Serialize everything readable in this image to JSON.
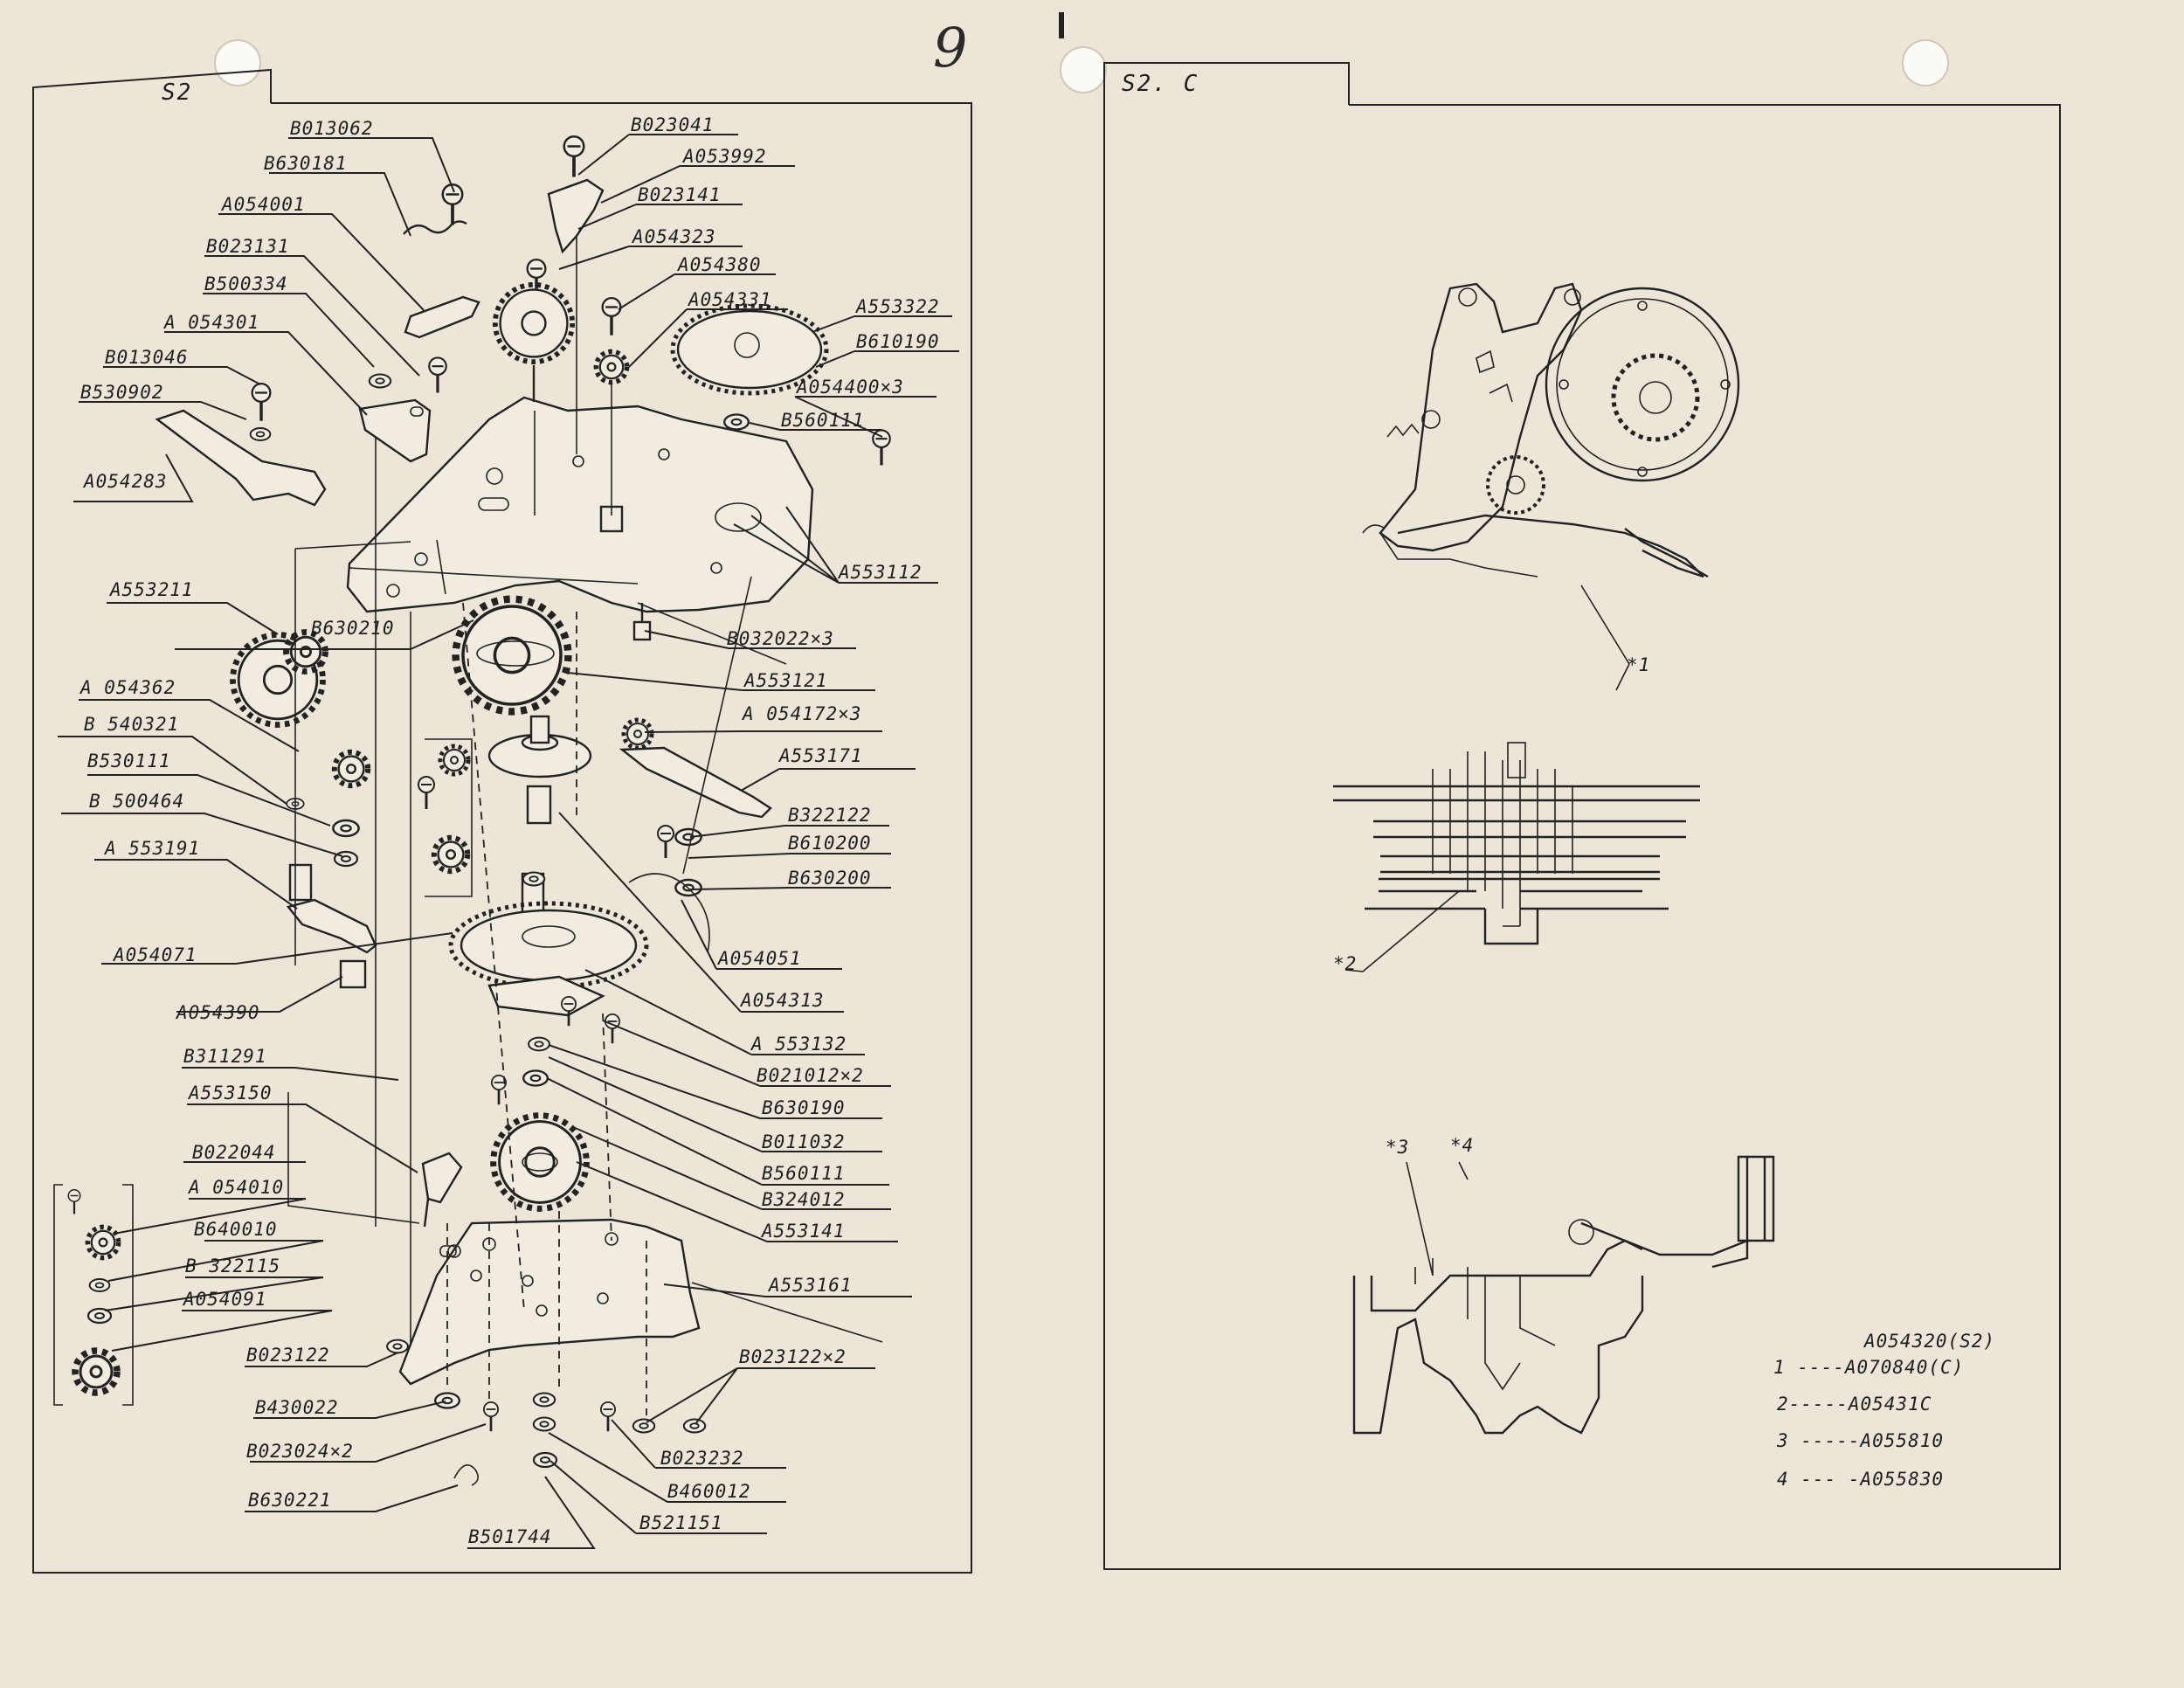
{
  "page_number": "9",
  "left_panel": {
    "tab": "S2",
    "labels": [
      "B013062",
      "B630181",
      "A054001",
      "B023131",
      "B500334",
      "A 054301",
      "B013046",
      "B530902",
      "A054283",
      "A553211",
      "B630210",
      "A 054362",
      "B 540321",
      "B530111",
      "B 500464",
      "A 553191",
      "A054071",
      "A054390",
      "B311291",
      "A553150",
      "B022044",
      "A 054010",
      "B640010",
      "B 322115",
      "A054091",
      "B023122",
      "B430022",
      "B023024×2",
      "B630221",
      "B501744",
      "B023041",
      "A053992",
      "B023141",
      "A054323",
      "A054380",
      "A054331",
      "A553322",
      "B610190",
      "A054400×3",
      "B560111",
      "A553112",
      "B032022×3",
      "A553121",
      "A 054172×3",
      "A553171",
      "B322122",
      "B610200",
      "B630200",
      "A054051",
      "A054313",
      "A 553132",
      "B021012×2",
      "B630190",
      "B011032",
      "B560111",
      "B324012",
      "A553141",
      "A553161",
      "B023122×2",
      "B023232",
      "B460012",
      "B521151"
    ]
  },
  "right_panel": {
    "tab": "S2. C",
    "callouts": [
      "*1",
      "*2",
      "*3",
      "*4"
    ],
    "legend": [
      "A054320(S2)",
      "1 ----A070840(C)",
      "2-----A05431C",
      "3 -----A055810",
      "4 --- -A055830"
    ]
  },
  "icons": [
    "binder-hole-icon",
    "gear-icon",
    "screw-icon"
  ]
}
